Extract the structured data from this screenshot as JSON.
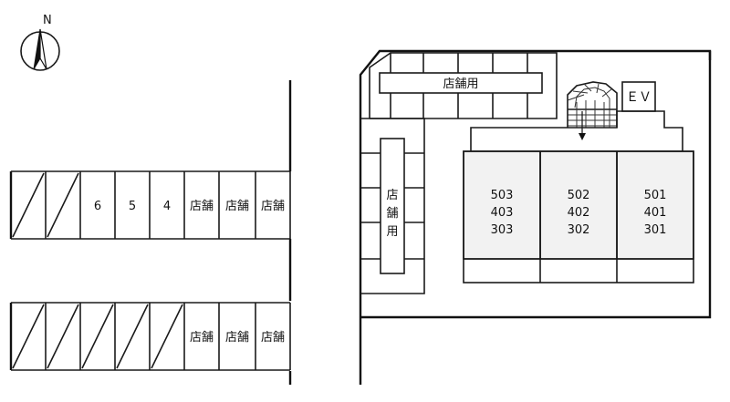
{
  "compass": {
    "label": "N",
    "icon": "north-arrow-icon"
  },
  "parking": {
    "top_row": [
      {
        "label": "",
        "hatched": true
      },
      {
        "label": "",
        "hatched": true
      },
      {
        "label": "6",
        "hatched": false
      },
      {
        "label": "5",
        "hatched": false
      },
      {
        "label": "4",
        "hatched": false
      },
      {
        "label": "店舗",
        "hatched": false
      },
      {
        "label": "店舗",
        "hatched": false
      },
      {
        "label": "店舗",
        "hatched": false
      }
    ],
    "bottom_row": [
      {
        "label": "",
        "hatched": true
      },
      {
        "label": "",
        "hatched": true
      },
      {
        "label": "",
        "hatched": true
      },
      {
        "label": "",
        "hatched": true
      },
      {
        "label": "",
        "hatched": true
      },
      {
        "label": "店舗",
        "hatched": false
      },
      {
        "label": "店舗",
        "hatched": false
      },
      {
        "label": "店舗",
        "hatched": false
      }
    ]
  },
  "building": {
    "shop_top_label": "店舗用",
    "shop_side_chars": [
      "店",
      "舗",
      "用"
    ],
    "elevator_label": "ＥＶ",
    "stair_icon": "spiral-staircase-icon",
    "units": [
      {
        "rooms": [
          "503",
          "403",
          "303"
        ]
      },
      {
        "rooms": [
          "502",
          "402",
          "302"
        ]
      },
      {
        "rooms": [
          "501",
          "401",
          "301"
        ]
      }
    ],
    "unit_fill": "#f2f2f2"
  }
}
